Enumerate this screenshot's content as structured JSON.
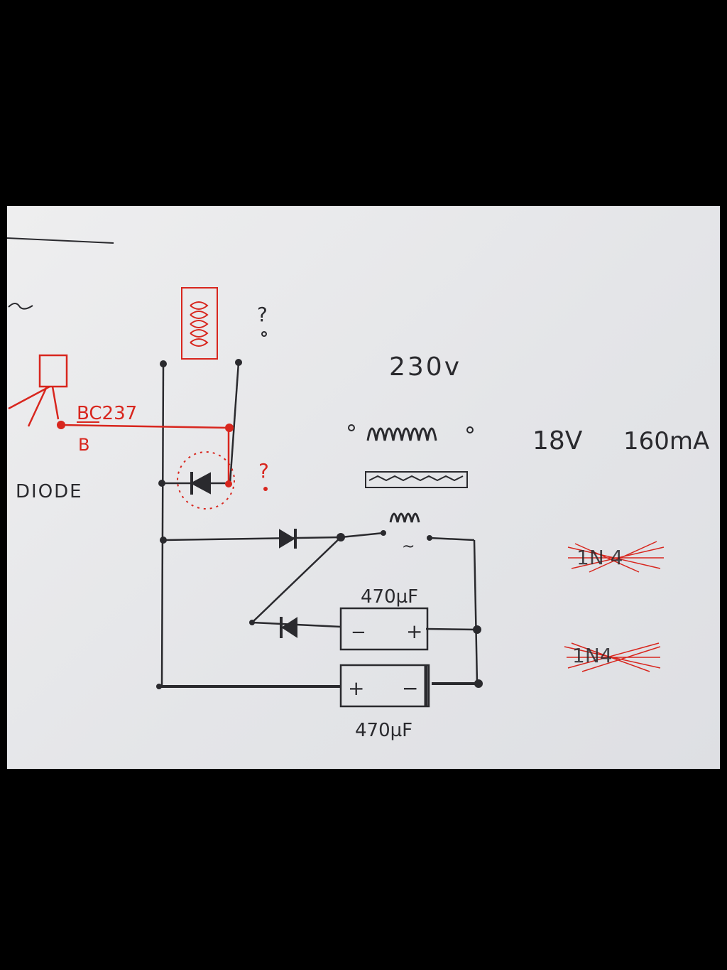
{
  "labels": {
    "transistor": "BC237",
    "base_pin": "B",
    "diode_word": "DIODE",
    "question_top": "?",
    "question_red": "?",
    "mains_voltage": "230v",
    "secondary_voltage": "18V",
    "current_rating": "160mA",
    "cap_top": "470µF",
    "cap_bottom": "470µF",
    "cap_top_minus": "−",
    "cap_top_plus": "+",
    "cap_bottom_plus": "+",
    "cap_bottom_minus": "−",
    "tilde": "~",
    "crossed_1": "1N 4",
    "crossed_2": "1N4"
  },
  "colors": {
    "ink": "#2a2a2e",
    "red_ink": "#d8261e",
    "paper": "#e8e9ec",
    "background": "#000000"
  }
}
